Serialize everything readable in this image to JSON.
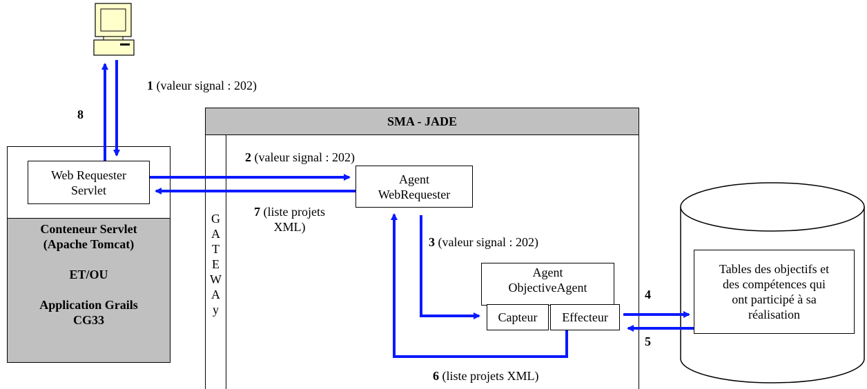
{
  "sma": {
    "title": "SMA - JADE"
  },
  "gateway": {
    "letters": [
      "G",
      "A",
      "T",
      "E",
      "W",
      "A",
      "y"
    ]
  },
  "servlet_container": {
    "requester_lines": [
      "Web Requester",
      "Servlet"
    ],
    "conteneur_lines": [
      "Conteneur Servlet",
      "(Apache Tomcat)"
    ],
    "etou": "ET/OU",
    "app_lines": [
      "Application Grails",
      "CG33"
    ]
  },
  "agent_webrequester": {
    "lines": [
      "Agent",
      "WebRequester"
    ]
  },
  "agent_objective": {
    "lines": [
      "Agent",
      "ObjectiveAgent"
    ],
    "capteur": "Capteur",
    "effecteur": "Effecteur"
  },
  "database": {
    "lines": [
      "Tables des objectifs et",
      "des compétences qui",
      "ont participé à sa",
      "réalisation"
    ]
  },
  "steps": {
    "s1": {
      "num": "1",
      "text": " (valeur signal : 202)"
    },
    "s2": {
      "num": "2",
      "text": " (valeur signal : 202)"
    },
    "s3": {
      "num": "3",
      "text": " (valeur signal : 202)"
    },
    "s4": {
      "num": "4"
    },
    "s5": {
      "num": "5"
    },
    "s6": {
      "num": "6",
      "text": " (liste projets XML)"
    },
    "s7": {
      "num": "7",
      "text": " (liste projets",
      "text2": "XML)"
    },
    "s8": {
      "num": "8"
    }
  },
  "colors": {
    "arrow": "#0a1aff",
    "gray": "#c0c0c0",
    "monitor": "#ffffcc"
  },
  "icons": {
    "computer": "computer-icon"
  }
}
